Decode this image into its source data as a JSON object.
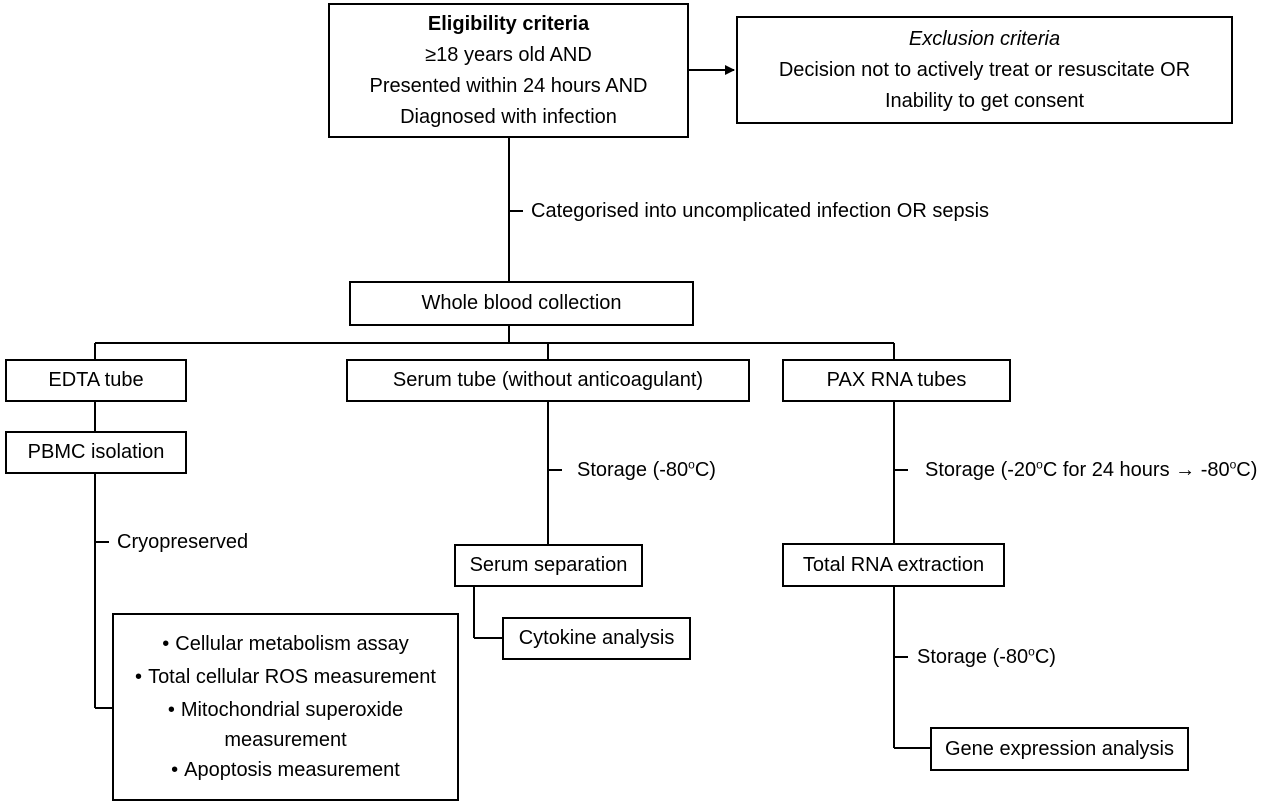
{
  "eligibility": {
    "heading": "Eligibility criteria",
    "lines": [
      "≥18 years old AND",
      "Presented within 24 hours AND",
      "Diagnosed with infection"
    ]
  },
  "exclusion": {
    "heading": "Exclusion criteria",
    "lines": [
      "Decision not to actively treat or resuscitate OR",
      "Inability to get consent"
    ]
  },
  "categorised_label": "Categorised into uncomplicated infection OR sepsis",
  "whole_blood": "Whole blood collection",
  "edta": {
    "tube": "EDTA tube",
    "pbmc": "PBMC isolation",
    "cryo_label": "Cryopreserved",
    "bullet_glyph": "•",
    "assays": [
      "Cellular metabolism assay",
      "Total cellular ROS measurement",
      "Mitochondrial superoxide",
      "Apoptosis measurement"
    ],
    "assay_3_line2": "measurement"
  },
  "serum": {
    "tube": "Serum tube (without anticoagulant)",
    "storage_prefix": "Storage (-80",
    "storage_sup": "o",
    "storage_suffix": "C)",
    "separation": "Serum separation",
    "cytokine": "Cytokine analysis"
  },
  "pax": {
    "tube": "PAX RNA tubes",
    "storage1_prefix": "Storage (-20",
    "storage1_sup1": "o",
    "storage1_mid": "C for 24 hours → -80",
    "storage1_sup2": "o",
    "storage1_suffix": "C)",
    "extraction": "Total RNA extraction",
    "storage2_prefix": "Storage (-80",
    "storage2_sup": "o",
    "storage2_suffix": "C)",
    "gene": "Gene expression analysis"
  },
  "colors": {
    "stroke": "#000000",
    "background": "#ffffff",
    "text": "#000000"
  }
}
